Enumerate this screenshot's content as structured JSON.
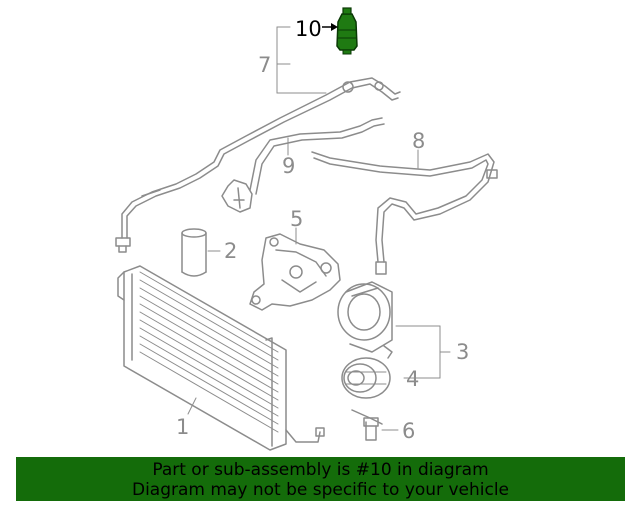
{
  "diagram": {
    "callouts": {
      "c1": "1",
      "c2": "2",
      "c3": "3",
      "c4": "4",
      "c5": "5",
      "c6": "6",
      "c7": "7",
      "c8": "8",
      "c9": "9",
      "c10": "10"
    },
    "highlighted_part": "10",
    "highlight_color": "#1f7a12",
    "line_color": "#8c8c8c"
  },
  "banner": {
    "line1": "Part or sub-assembly is #10 in diagram",
    "line2": "Diagram may not be specific to your vehicle",
    "background": "#146c0a"
  }
}
